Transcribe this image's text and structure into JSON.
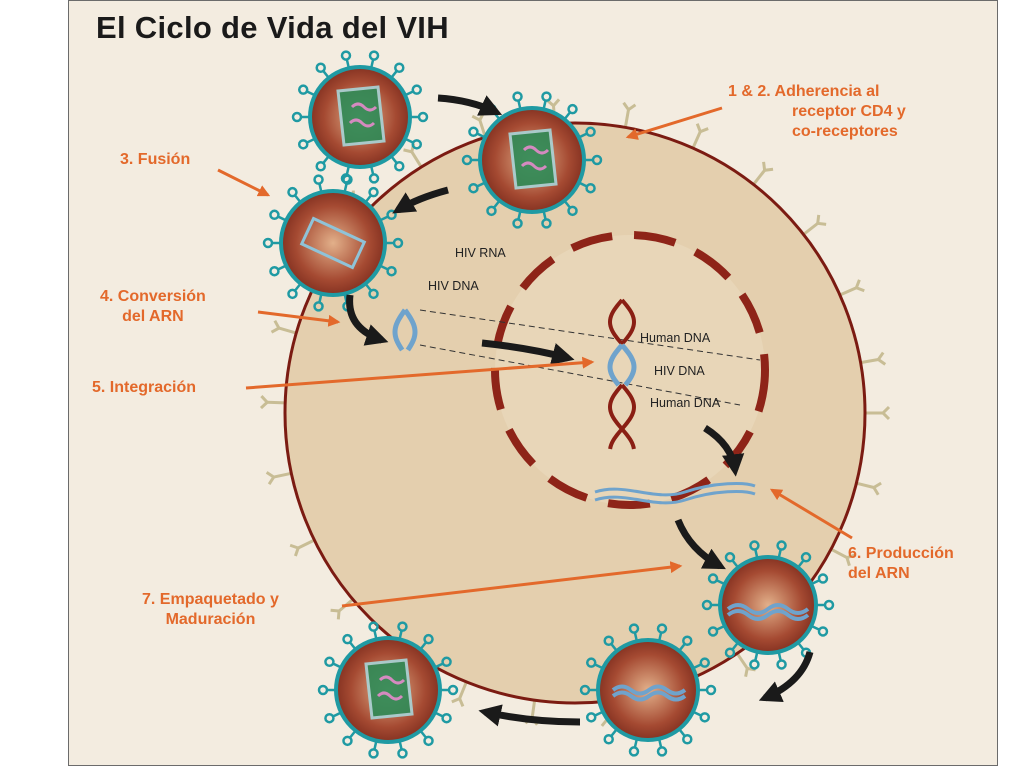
{
  "title": "El Ciclo de Vida del VIH",
  "steps": {
    "s12": {
      "line1": "1 & 2. Adherencia al",
      "line2": "receptor CD4 y",
      "line3": "co-receptores"
    },
    "s3": "3. Fusión",
    "s4": {
      "line1": "4. Conversión",
      "line2": "del ARN"
    },
    "s5": "5. Integración",
    "s6": {
      "line1": "6. Producción",
      "line2": "del ARN"
    },
    "s7": {
      "line1": "7. Empaquetado y",
      "line2": "Maduración"
    }
  },
  "labels": {
    "hiv_rna": "HIV RNA",
    "hiv_dna": "HIV DNA",
    "human_dna_top": "Human DNA",
    "hiv_dna_nucleus": "HIV DNA",
    "human_dna_bottom": "Human DNA"
  },
  "colors": {
    "label_orange": "#e3692b",
    "cell": "#e4cfae",
    "cell_border": "#7b1b12",
    "nucleus_dash": "#8e2418",
    "virus_body": "#8c3a28",
    "virus_spikes": "#1f9aa3",
    "arrow": "#1a1a1a",
    "dna_blue": "#6fa3cc",
    "dna_red": "#8a1f14",
    "capsid_green": "#2e8b57"
  }
}
